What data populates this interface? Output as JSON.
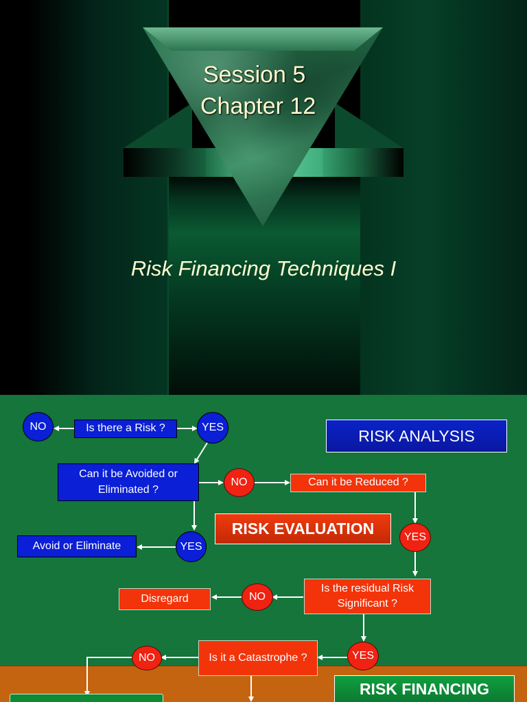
{
  "slide1": {
    "session": "Session 5",
    "chapter": "Chapter 12",
    "subtitle": "Risk Financing Techniques I"
  },
  "slide2": {
    "headers": {
      "risk_analysis": "RISK ANALYSIS",
      "risk_evaluation": "RISK EVALUATION",
      "risk_financing": "RISK FINANCING"
    },
    "nodes": {
      "is_there_risk": "Is there a Risk ?",
      "can_avoid": "Can it be Avoided or Eliminated ?",
      "can_reduce": "Can it be Reduced ?",
      "avoid_eliminate": "Avoid or Eliminate",
      "residual_significant": "Is the residual Risk Significant ?",
      "disregard": "Disregard",
      "catastrophe": "Is it a Catastrophe ?"
    },
    "decisions": {
      "no": "NO",
      "yes": "YES"
    },
    "colors": {
      "background_green": "#15753a",
      "financing_band": "#c56410",
      "blue": "#0a1fd6",
      "red": "#f3330a"
    }
  }
}
